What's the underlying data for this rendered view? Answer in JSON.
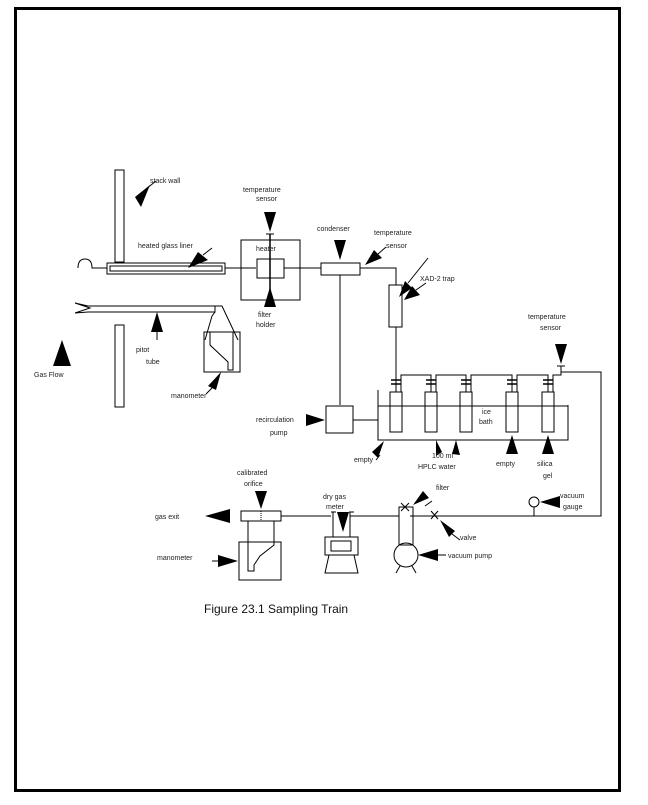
{
  "figure": {
    "caption": "Figure 23.1 Sampling Train"
  },
  "labels": {
    "stack_wall": "stack wall",
    "heated_glass_liner": "heated glass liner",
    "temperature_sensor_heater_1": "temperature",
    "temperature_sensor_heater_2": "sensor",
    "heater": "heater",
    "filter_holder_1": "filter",
    "filter_holder_2": "holder",
    "condenser": "condenser",
    "temperature_sensor_condenser_1": "temperature",
    "temperature_sensor_condenser_2": "sensor",
    "xad2_trap": "XAD-2 trap",
    "pitot_tube_1": "pitot",
    "pitot_tube_2": "tube",
    "gas_flow": "Gas Flow",
    "manometer_top": "manometer",
    "temperature_sensor_impinger_1": "temperature",
    "temperature_sensor_impinger_2": "sensor",
    "recirculation_pump_1": "recirculation",
    "recirculation_pump_2": "pump",
    "ice_bath_1": "ice",
    "ice_bath_2": "bath",
    "empty_1": "empty",
    "hplc_water_1": "100 ml",
    "hplc_water_2": "HPLC water",
    "empty_2": "empty",
    "silica_gel_1": "silica",
    "silica_gel_2": "gel",
    "orifice_1": "calibrated",
    "orifice_2": "orifice",
    "gas_exit": "gas exit",
    "manometer_bottom": "manometer",
    "dry_gas_meter_1": "dry gas",
    "dry_gas_meter_2": "meter",
    "filter": "filter",
    "valve": "valve",
    "vacuum_gauge_1": "vacuum",
    "vacuum_gauge_2": "gauge",
    "vacuum_pump": "vacuum pump"
  }
}
